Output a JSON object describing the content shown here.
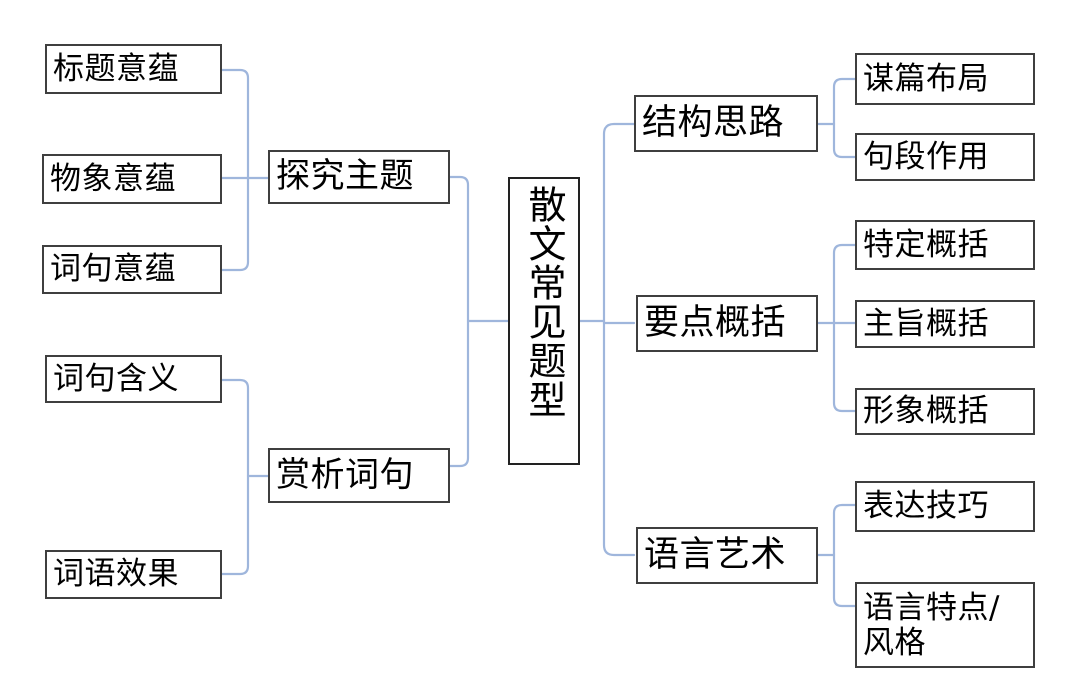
{
  "diagram": {
    "type": "mind-map",
    "title": "散文常见题型",
    "orientation": "horizontal-bidirectional",
    "connector_color": "#9FB6DC",
    "box_border_color": "#3F3F3F",
    "background_color": "#FFFFFF",
    "center": {
      "label": "散文常见题型",
      "text_direction": "vertical"
    },
    "left_branches": [
      {
        "label": "探究主题",
        "children": [
          {
            "label": "标题意蕴"
          },
          {
            "label": "物象意蕴"
          },
          {
            "label": "词句意蕴"
          }
        ]
      },
      {
        "label": "赏析词句",
        "children": [
          {
            "label": "词句含义"
          },
          {
            "label": "词语效果"
          }
        ]
      }
    ],
    "right_branches": [
      {
        "label": "结构思路",
        "children": [
          {
            "label": "谋篇布局"
          },
          {
            "label": "句段作用"
          }
        ]
      },
      {
        "label": "要点概括",
        "children": [
          {
            "label": "特定概括"
          },
          {
            "label": "主旨概括"
          },
          {
            "label": "形象概括"
          }
        ]
      },
      {
        "label": "语言艺术",
        "children": [
          {
            "label": "表达技巧"
          },
          {
            "label": "语言特点/\n风格"
          }
        ]
      }
    ]
  }
}
